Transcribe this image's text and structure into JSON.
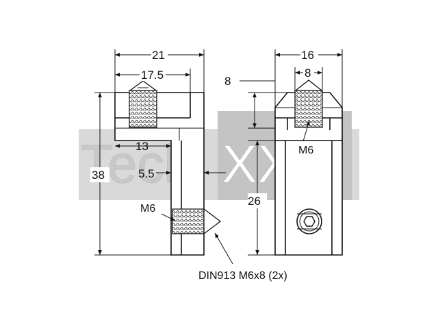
{
  "watermark": {
    "left": "Tech",
    "right": "XXL",
    "band_color": "#d9d9d9",
    "box_color": "#c4c4c4",
    "right_text_color": "#ffffff",
    "left_text_color": "#c9c9c9"
  },
  "side_view": {
    "dims": {
      "width_total": "21",
      "width_upper": "17.5",
      "inner_width": "13",
      "wall_thickness": "5.5",
      "height_total": "38"
    },
    "thread_label": "M6"
  },
  "front_view": {
    "dims": {
      "width_total": "16",
      "width_inner": "8",
      "top_height": "8",
      "lower_height": "26"
    },
    "thread_label": "M6"
  },
  "callout": "DIN913 M6x8 (2x)",
  "colors": {
    "line": "#111111",
    "thread": "#555555"
  }
}
